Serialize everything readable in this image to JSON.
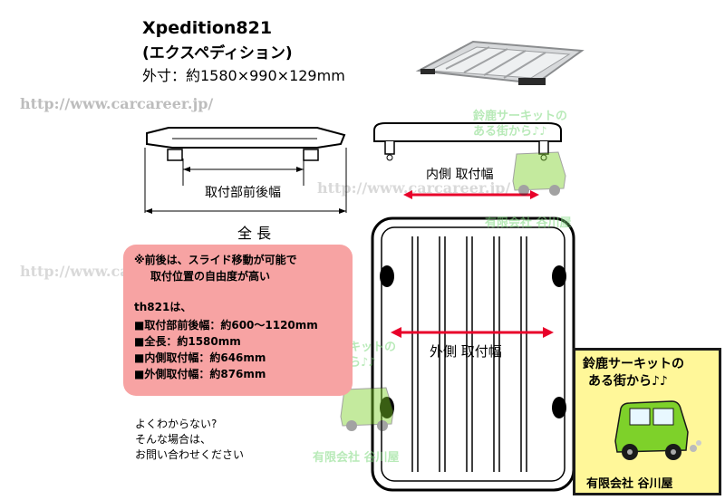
{
  "product": {
    "name": "Xpedition821",
    "kana": "(エクスペディション)",
    "dimensions": "外寸：約1580×990×129mm"
  },
  "watermarks": {
    "url": "http://www.carcareer.jp/"
  },
  "diagram": {
    "mount_front_back_label": "取付部前後幅",
    "full_length_label": "全 長",
    "inner_width_label": "内側 取付幅",
    "outer_width_label": "外側 取付幅"
  },
  "note": {
    "line1": "※前後は、スライド移動が可能で",
    "line2": "取付位置の自由度が高い",
    "model_heading": "th821は、",
    "specs": [
      "■取付部前後幅：約600～1120mm",
      "■全長：約1580mm",
      "■内側取付幅：約646mm",
      "■外側取付幅：約876mm"
    ]
  },
  "contact": {
    "line1": "よくわからない?",
    "line2": "そんな場合は、",
    "line3": "お問い合わせください"
  },
  "badge": {
    "line1": "鈴鹿サーキットの",
    "line2": "ある街から♪♪",
    "company": "有限会社 谷川屋"
  },
  "colors": {
    "note_bg": "#f7a3a3",
    "badge_bg": "#fff799",
    "arrow": "#e8002a",
    "car": "#7ed12a"
  }
}
